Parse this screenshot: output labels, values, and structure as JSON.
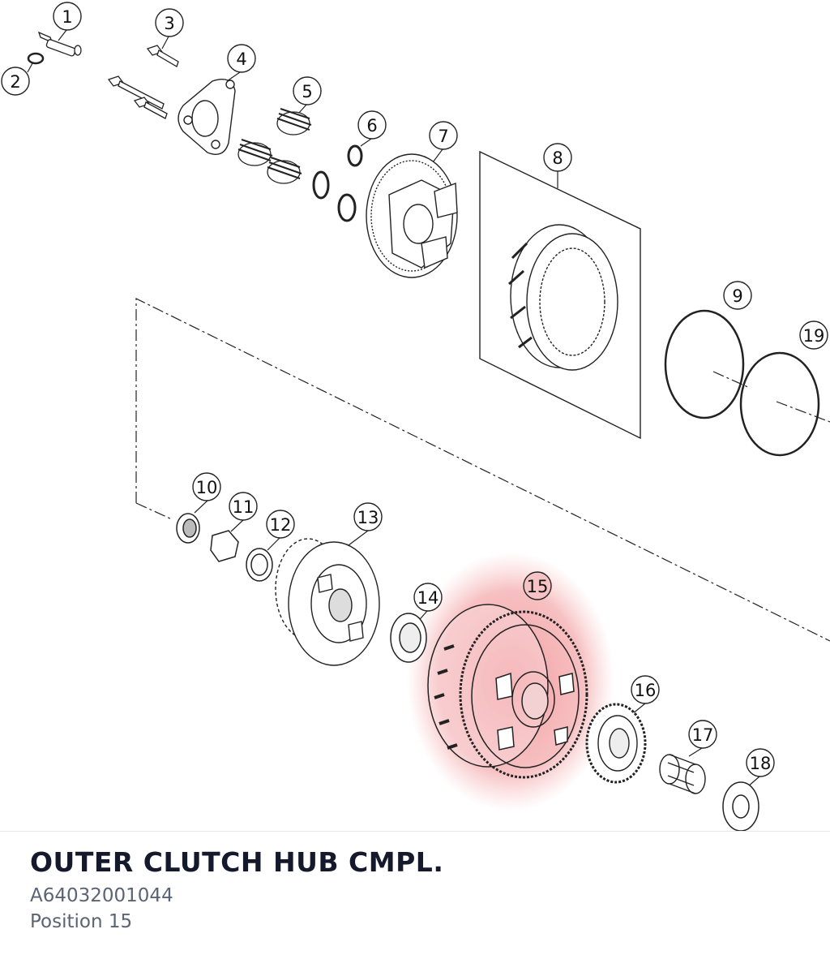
{
  "part": {
    "title": "OUTER CLUTCH HUB CMPL.",
    "number": "A64032001044",
    "position": "Position 15"
  },
  "highlight_color": "#e8676b",
  "callouts": [
    {
      "label": "1"
    },
    {
      "label": "2"
    },
    {
      "label": "3"
    },
    {
      "label": "4"
    },
    {
      "label": "5"
    },
    {
      "label": "6"
    },
    {
      "label": "7"
    },
    {
      "label": "8"
    },
    {
      "label": "9"
    },
    {
      "label": "19"
    },
    {
      "label": "10"
    },
    {
      "label": "11"
    },
    {
      "label": "12"
    },
    {
      "label": "13"
    },
    {
      "label": "14"
    },
    {
      "label": "15",
      "highlighted": true
    },
    {
      "label": "16"
    },
    {
      "label": "17"
    },
    {
      "label": "18"
    }
  ]
}
